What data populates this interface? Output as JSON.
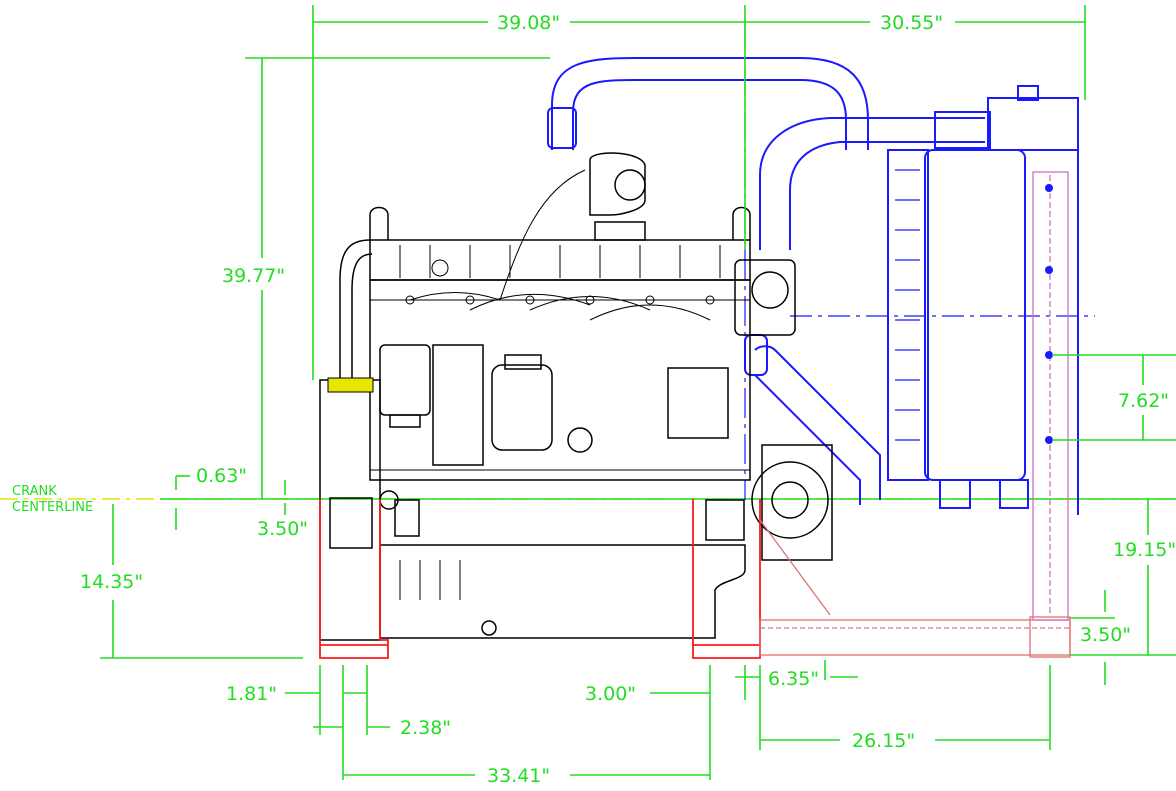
{
  "labels": {
    "crank_line1": "CRANK",
    "crank_line2": "CENTERLINE"
  },
  "dimensions": {
    "top_left_width": "39.08\"",
    "top_right_width": "30.55\"",
    "overall_height": "39.77\"",
    "crank_offset": "0.63\"",
    "left_mount_height": "3.50\"",
    "below_crank_depth": "14.35\"",
    "mount_spacing_right": "7.62\"",
    "right_height": "19.15\"",
    "right_mount_height": "3.50\"",
    "left_foot_width": "1.81\"",
    "left_foot_offset": "2.38\"",
    "front_foot_width": "3.00\"",
    "front_gap": "6.35\"",
    "rear_extension": "26.15\"",
    "foot_spacing": "33.41\""
  },
  "colors": {
    "dimension": "#22dd22",
    "engine": "#000000",
    "cooling": "#1a1aff",
    "mount": "#ff1a1a",
    "rail": "#e07070",
    "radiator_mount": "#d070c0",
    "centerline": "#e6e600"
  }
}
